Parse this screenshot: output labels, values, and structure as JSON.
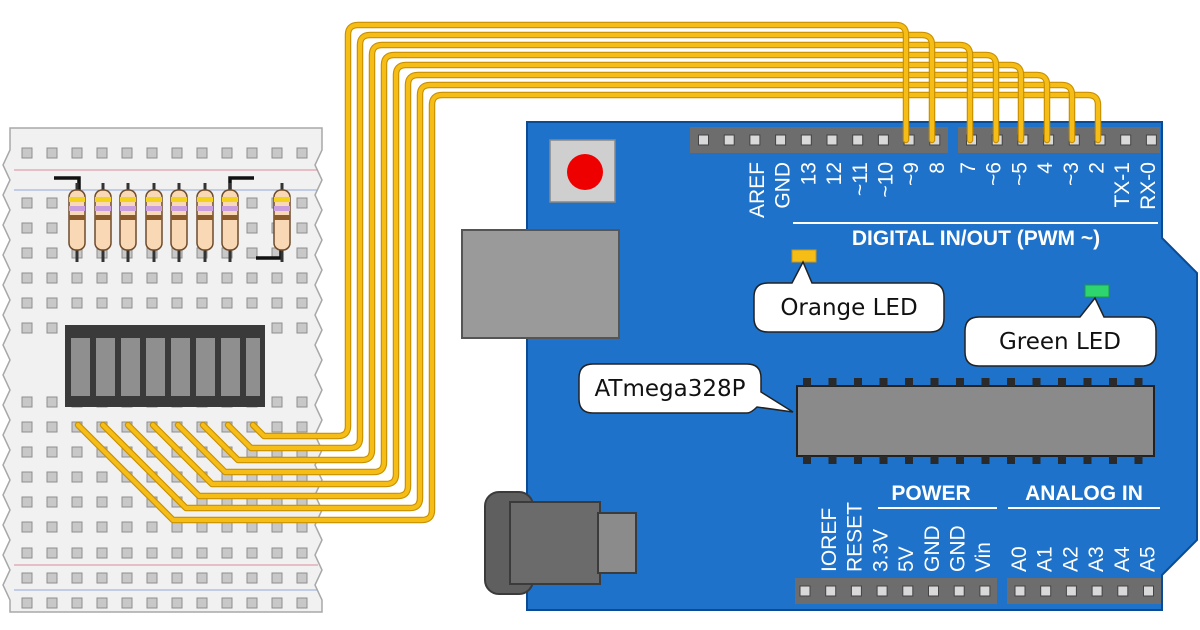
{
  "board": {
    "digital_title": "DIGITAL IN/OUT (PWM ~)",
    "power_title": "POWER",
    "analog_title": "ANALOG IN",
    "digital_pins_left": [
      "AREF",
      "GND",
      "13",
      "12",
      "~11",
      "~10",
      "~9",
      "8"
    ],
    "digital_pins_right": [
      "7",
      "~6",
      "~5",
      "4",
      "~3",
      "2",
      "TX-1",
      "RX-0"
    ],
    "power_pins": [
      "IOREF",
      "RESET",
      "3.3V",
      "5V",
      "GND",
      "GND",
      "Vin"
    ],
    "analog_pins": [
      "A0",
      "A1",
      "A2",
      "A3",
      "A4",
      "A5"
    ]
  },
  "callouts": {
    "orange_led": "Orange LED",
    "green_led": "Green LED",
    "chip": "ATmega328P"
  },
  "colors": {
    "board": "#1e72c9",
    "wire": "#f5bd16",
    "header": "#6d6d6d",
    "breadboard": "#f1f1f1",
    "led_bar": "#8f8f8f",
    "orange_led": "#f5bd16",
    "green_led": "#2ed46e",
    "reset_button": "#ee0000"
  }
}
